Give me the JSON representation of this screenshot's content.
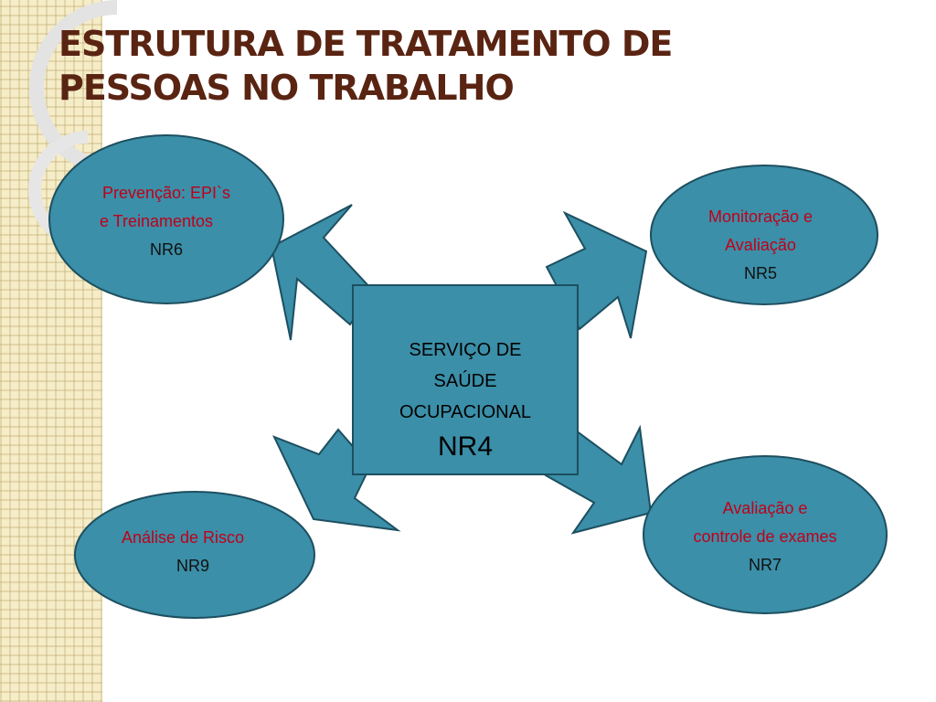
{
  "title": {
    "line1": "ESTRUTURA DE TRATAMENTO DE",
    "line2": "PESSOAS NO TRABALHO"
  },
  "center": {
    "line1": "SERVIÇO DE",
    "line2": "SAÚDE",
    "line3": "OCUPACIONAL",
    "code": "NR4"
  },
  "nodes": {
    "top_left": {
      "line1": "Prevenção: EPI`s",
      "line2": "e Treinamentos",
      "code": "NR6"
    },
    "top_right": {
      "line1": "Monitoração e",
      "line2": "Avaliação",
      "code": "NR5"
    },
    "bottom_left": {
      "line1": "Análise de Risco",
      "code": "NR9"
    },
    "bottom_right": {
      "line1": "Avaliação e",
      "line2": "controle de exames",
      "code": "NR7"
    }
  },
  "colors": {
    "shape_fill": "#3b8fa8",
    "shape_stroke": "#1d4f60",
    "label_red": "#c0001a",
    "title": "#5a2412"
  }
}
